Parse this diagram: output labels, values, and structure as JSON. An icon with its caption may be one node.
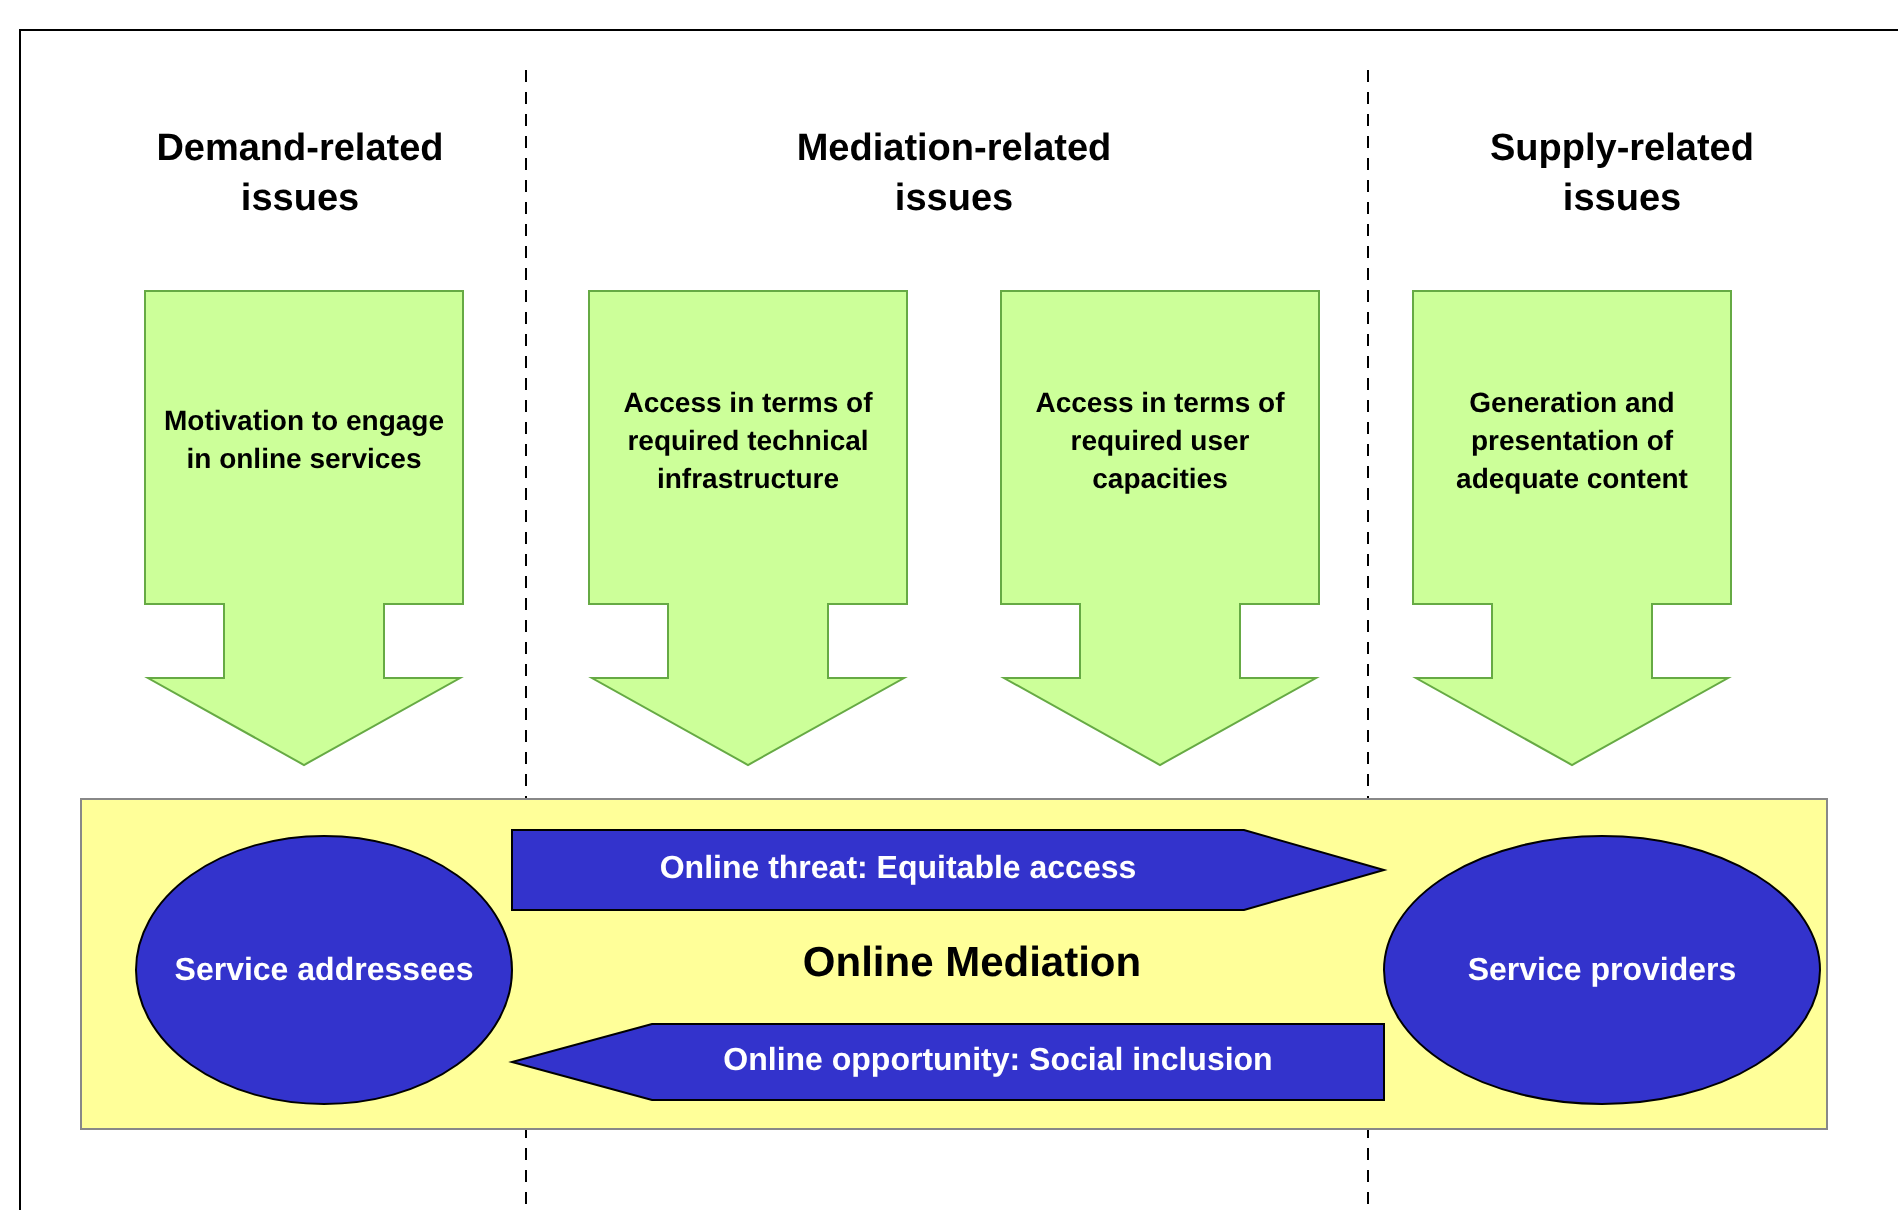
{
  "diagram": {
    "nodes": [
      {
        "text": [
          "Motivation to engage in online services"
        ]
      },
      {
        "text": [
          "Access in terms of required technical infrastructure"
        ]
      },
      {
        "text": [
          "Access in terms of required user capacities"
        ]
      },
      {
        "text": [
          "Generation and presentation of adequate content"
        ]
      },
      {
        "text": [
          "Online Mediation"
        ]
      },
      {
        "text": [
          "Service addressees"
        ],
        "in": 4
      },
      {
        "text": [
          "Service providers"
        ],
        "in": 4
      }
    ],
    "edges": [
      {
        "from": 5,
        "to": 6,
        "arrow": "to",
        "label": "Online threat: Equitable access"
      },
      {
        "from": 6,
        "to": 5,
        "arrow": "to",
        "label": "Online opportunity: Social inclusion"
      }
    ],
    "labels": [
      "Demand-related issues",
      "Mediation-related issues",
      "Supply-related issues"
    ]
  }
}
